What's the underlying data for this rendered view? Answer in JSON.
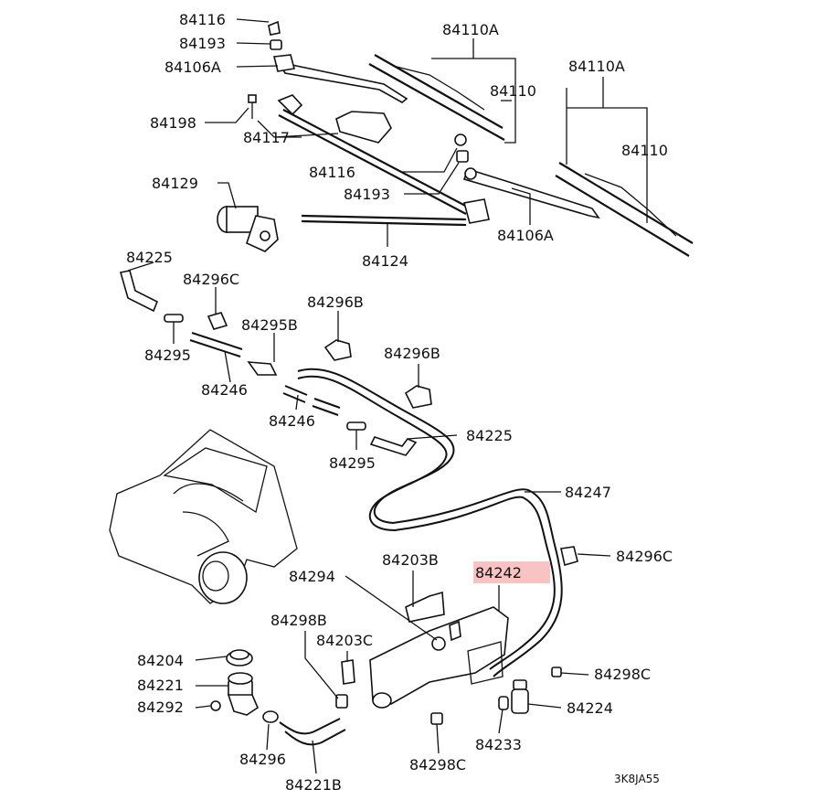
{
  "labels": {
    "p84116_top": "84116",
    "p84193_top": "84193",
    "p84106A_left": "84106A",
    "p84198": "84198",
    "p84117": "84117",
    "p84110A_left": "84110A",
    "p84110_left": "84110",
    "p84110A_right": "84110A",
    "p84110_right": "84110",
    "p84116_mid": "84116",
    "p84193_mid": "84193",
    "p84106A_right": "84106A",
    "p84129": "84129",
    "p84124": "84124",
    "p84225_top": "84225",
    "p84296C_top": "84296C",
    "p84295_left": "84295",
    "p84295B": "84295B",
    "p84296B_top": "84296B",
    "p84296B_mid": "84296B",
    "p84246_left": "84246",
    "p84246_mid": "84246",
    "p84295_mid": "84295",
    "p84225_mid": "84225",
    "p84247": "84247",
    "p84296C_right": "84296C",
    "p84294": "84294",
    "p84203B": "84203B",
    "p84242": "84242",
    "p84298B": "84298B",
    "p84203C": "84203C",
    "p84204": "84204",
    "p84221": "84221",
    "p84292": "84292",
    "p84296": "84296",
    "p84221B": "84221B",
    "p84298C_right": "84298C",
    "p84224": "84224",
    "p84233": "84233",
    "p84298C_bottom": "84298C",
    "diagram_code": "3K8JA55"
  },
  "colors": {
    "highlight": "#f7c3c3",
    "ink": "#111111"
  }
}
